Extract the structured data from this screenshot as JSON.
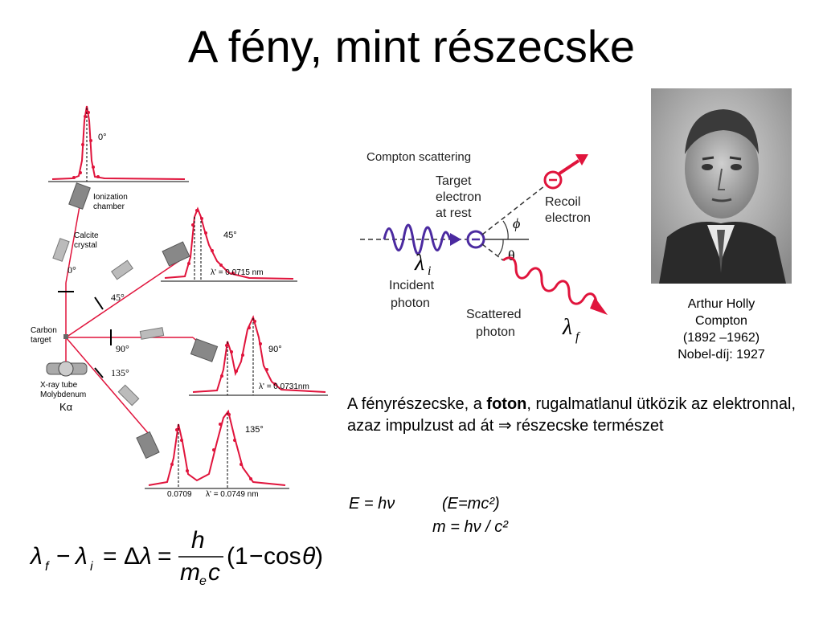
{
  "title": "A fény, mint részecske",
  "left_figure": {
    "labels": {
      "ionization": "Ionization",
      "chamber": "chamber",
      "calcite": "Calcite",
      "crystal": "crystal",
      "carbon": "Carbon",
      "target": "target",
      "xray1": "X-ray tube",
      "xray2": "Molybdenum",
      "xray3": "Kα",
      "a0": "0°",
      "a45": "45°",
      "a90": "90°",
      "a135": "135°"
    },
    "plots": {
      "p0": {
        "angle": "0°"
      },
      "p45": {
        "angle": "45°",
        "label": "λ' = 0.0715 nm"
      },
      "p90": {
        "angle": "90°",
        "label": "λ' = 0.0731nm"
      },
      "p135": {
        "angle": "135°",
        "label1": "0.0709",
        "label2": "λ' = 0.0749 nm"
      }
    },
    "formula": "λf − λi = Δλ = h/(mec) (1 − cos θ)"
  },
  "compton_figure": {
    "title": "Compton scattering",
    "target1": "Target",
    "target2": "electron",
    "target3": "at rest",
    "recoil1": "Recoil",
    "recoil2": "electron",
    "incident1": "Incident",
    "incident2": "photon",
    "scattered1": "Scattered",
    "scattered2": "photon",
    "phi": "ϕ",
    "theta": "θ",
    "lambda_i": "λ",
    "lambda_i_sub": "i",
    "lambda_f": "λ",
    "lambda_f_sub": "f"
  },
  "caption": {
    "line1": "Arthur Holly",
    "line2": "Compton",
    "line3": "(1892 –1962)",
    "line4": "Nobel-díj: 1927"
  },
  "paragraph": {
    "part1": "A fényrészecske, a ",
    "bold": "foton",
    "part2": ", rugalmatlanul ütközik az elektronnal, azaz impulzust ad át ⇒ részecske természet"
  },
  "equations": {
    "eq1_left": "E = hν",
    "eq1_right": "(E=mc²)",
    "eq2": "m = hν / c²"
  }
}
